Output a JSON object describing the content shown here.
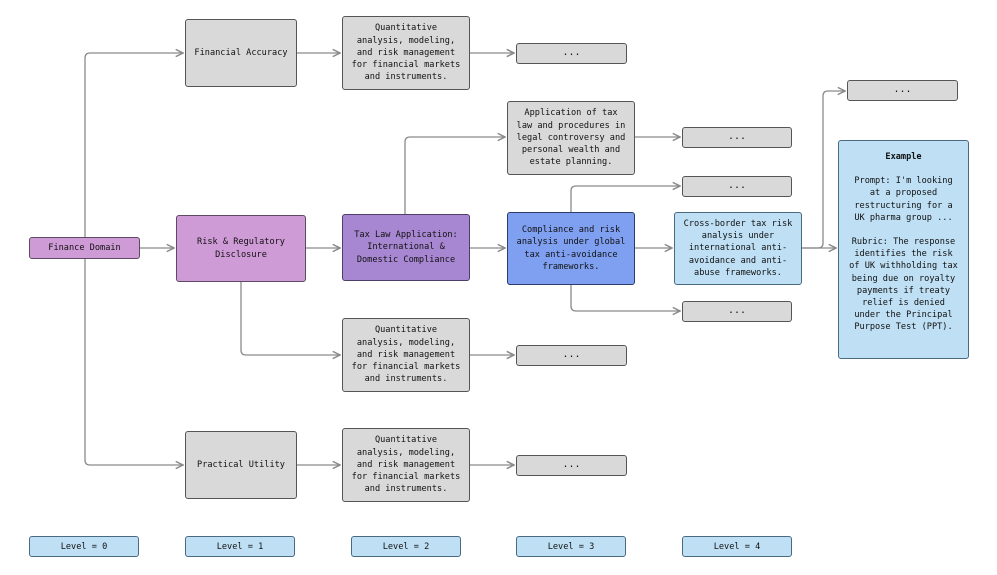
{
  "nodes": {
    "finance_domain": "Finance Domain",
    "financial_accuracy": "Financial Accuracy",
    "risk_regulatory": "Risk & Regulatory\nDisclosure",
    "practical_utility": "Practical Utility",
    "quant_top": "Quantitative\nanalysis, modeling,\nand risk management\nfor financial markets\nand instruments.",
    "tax_law_app": "Tax Law Application:\nInternational &\nDomestic Compliance",
    "quant_mid": "Quantitative\nanalysis, modeling,\nand risk management\nfor financial markets\nand instruments.",
    "quant_bottom": "Quantitative\nanalysis, modeling,\nand risk management\nfor financial markets\nand instruments.",
    "app_tax_law": "Application of tax\nlaw and procedures in\nlegal controversy and\npersonal wealth and\nestate planning.",
    "compliance_risk": "Compliance and risk\nanalysis under global\ntax anti-avoidance\nframeworks.",
    "cross_border": "Cross-border tax risk\nanalysis under\ninternational anti-\navoidance and anti-\nabuse frameworks.",
    "ellipsis": "..."
  },
  "example": {
    "title": "Example",
    "prompt": "Prompt: I'm looking\nat a proposed\nrestructuring for a\nUK pharma group ...",
    "rubric": "Rubric: The response\nidentifies the risk\nof UK withholding tax\nbeing due on royalty\npayments if treaty\nrelief is denied\nunder the Principal\nPurpose Test (PPT)."
  },
  "levels": [
    "Level = 0",
    "Level = 1",
    "Level = 2",
    "Level = 3",
    "Level = 4"
  ],
  "colors": {
    "gray_node": "#d9d9d9",
    "violet_node": "#cf9bd6",
    "purple_node": "#a887d2",
    "blue_node": "#7f9ff0",
    "light_blue_node": "#bedff4",
    "edge": "#8a8a8a"
  }
}
